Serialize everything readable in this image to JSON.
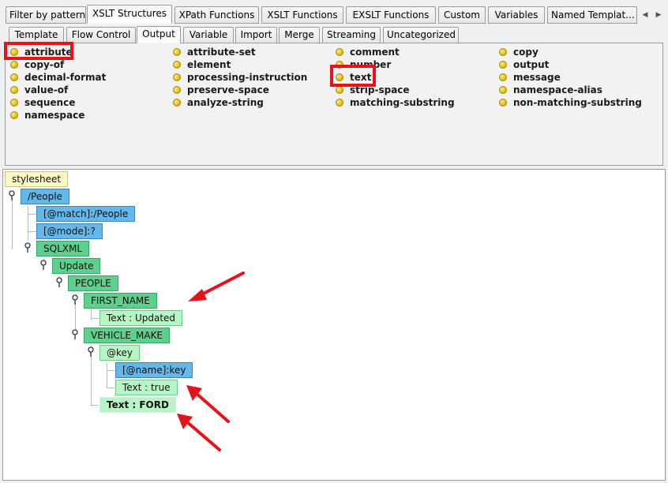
{
  "main_tabs": [
    {
      "label": "Filter by pattern",
      "active": false
    },
    {
      "label": "XSLT Structures",
      "active": true
    },
    {
      "label": "XPath Functions",
      "active": false
    },
    {
      "label": "XSLT Functions",
      "active": false
    },
    {
      "label": "EXSLT Functions",
      "active": false
    },
    {
      "label": "Custom",
      "active": false
    },
    {
      "label": "Variables",
      "active": false
    },
    {
      "label": "Named Templat...",
      "active": false
    }
  ],
  "scroll": {
    "left_icon": "scroll-left-icon",
    "right_icon": "scroll-right-icon"
  },
  "sub_tabs": [
    {
      "label": "Template",
      "active": false
    },
    {
      "label": "Flow Control",
      "active": false
    },
    {
      "label": "Output",
      "active": true
    },
    {
      "label": "Variable",
      "active": false
    },
    {
      "label": "Import",
      "active": false
    },
    {
      "label": "Merge",
      "active": false
    },
    {
      "label": "Streaming",
      "active": false
    },
    {
      "label": "Uncategorized",
      "active": false
    }
  ],
  "palette": {
    "columns": [
      [
        "attribute",
        "copy-of",
        "decimal-format",
        "value-of",
        "sequence",
        "namespace"
      ],
      [
        "attribute-set",
        "element",
        "processing-instruction",
        "preserve-space",
        "analyze-string"
      ],
      [
        "comment",
        "number",
        "text",
        "strip-space",
        "matching-substring"
      ],
      [
        "copy",
        "output",
        "message",
        "namespace-alias",
        "non-matching-substring"
      ]
    ],
    "highlighted": [
      "attribute",
      "text"
    ],
    "item_icon": "bullet-icon",
    "highlight_color": "#e8121b"
  },
  "tree": {
    "root": "stylesheet",
    "nodes": [
      {
        "label": "/People",
        "type": "blue"
      },
      {
        "label": "[@match]:/People",
        "type": "blue"
      },
      {
        "label": "[@mode]:?",
        "type": "blue"
      },
      {
        "label": "SQLXML",
        "type": "green"
      },
      {
        "label": "Update",
        "type": "green"
      },
      {
        "label": "PEOPLE",
        "type": "green"
      },
      {
        "label": "FIRST_NAME",
        "type": "green"
      },
      {
        "label": "Text : Updated",
        "type": "lightgreen"
      },
      {
        "label": "VEHICLE_MAKE",
        "type": "green"
      },
      {
        "label": "@key",
        "type": "lightgreen"
      },
      {
        "label": "[@name]:key",
        "type": "blue"
      },
      {
        "label": "Text : true",
        "type": "lightgreen"
      },
      {
        "label": "Text : FORD",
        "type": "lightgreen"
      }
    ],
    "toggle_icon": "expand-toggle-icon",
    "colors": {
      "yellow": "#fbf6c3",
      "blue": "#64b7ea",
      "green": "#5ecf8d",
      "lightgreen": "#b7f5c4"
    }
  },
  "annotations": {
    "arrow_icon": "red-arrow-icon",
    "color": "#e8121b"
  }
}
